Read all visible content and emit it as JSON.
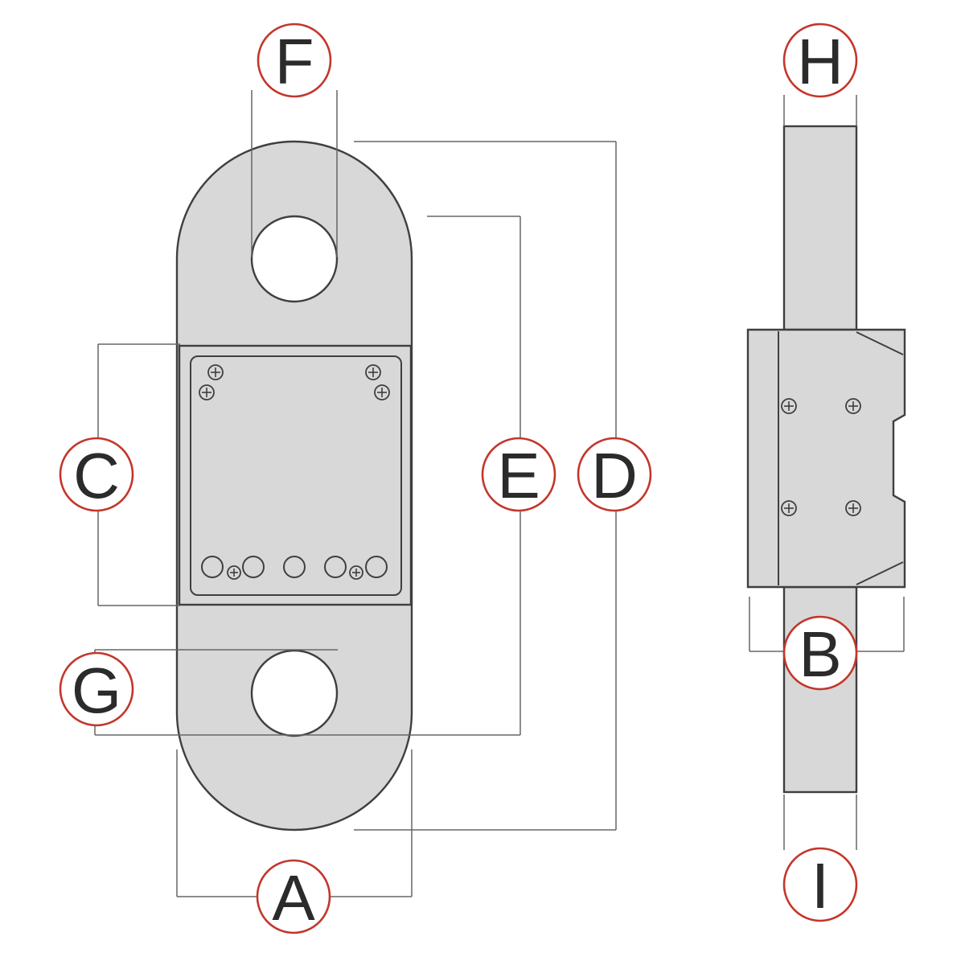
{
  "figure": {
    "type": "dimension-diagram"
  },
  "colors": {
    "background": "#ffffff",
    "body_fill": "#d8d8d8",
    "outline": "#3f3f3f",
    "dimension_line": "#666666",
    "label_circle_stroke": "#c3362b",
    "label_circle_fill": "#ffffff",
    "label_text": "#2b2b2b"
  },
  "labels": {
    "A": "A",
    "B": "B",
    "C": "C",
    "D": "D",
    "E": "E",
    "F": "F",
    "G": "G",
    "H": "H",
    "I": "I"
  },
  "front_view_labels": [
    "F",
    "C",
    "E",
    "D",
    "G",
    "A"
  ],
  "side_view_labels": [
    "H",
    "B",
    "I"
  ]
}
